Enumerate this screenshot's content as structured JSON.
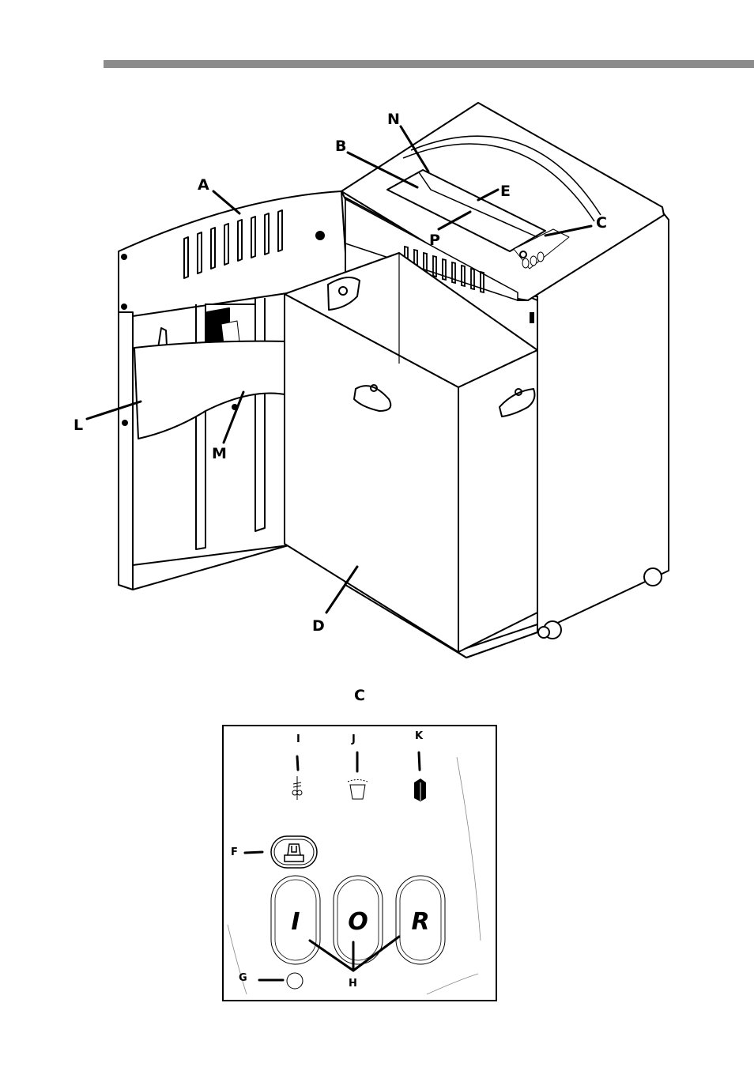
{
  "figure": {
    "callouts": {
      "A": "A",
      "B": "B",
      "C": "C",
      "D": "D",
      "E": "E",
      "L": "L",
      "M": "M",
      "N": "N",
      "P": "P"
    }
  },
  "panel": {
    "title": "C",
    "callouts": {
      "I": "I",
      "J": "J",
      "K": "K",
      "F": "F",
      "G": "G",
      "H": "H"
    },
    "buttons": {
      "on": "I",
      "off": "O",
      "reverse": "R"
    }
  }
}
